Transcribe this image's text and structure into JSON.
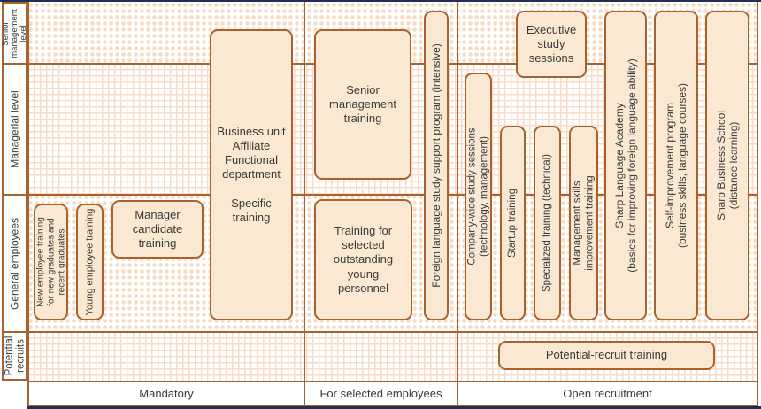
{
  "colors": {
    "accent_border": "#a9622e",
    "box_fill": "#fbe8d2",
    "pattern_tint": "#f7dcc5",
    "frame_bar": "#1f2f4f",
    "text": "#3a3a3a"
  },
  "rows": {
    "senior_management": {
      "label": "Senior\nmanagement\nlevel"
    },
    "managerial": {
      "label": "Managerial level"
    },
    "general_employees": {
      "label": "General employees"
    },
    "potential_recruits": {
      "label": "Potential\nrecruits"
    }
  },
  "columns": {
    "mandatory": {
      "label": "Mandatory"
    },
    "selected_employees": {
      "label": "For selected employees"
    },
    "open_recruitment": {
      "label": "Open recruitment"
    }
  },
  "boxes": {
    "new_employee": {
      "label": "New employee training\nfor new graduates and\nrecent graduates"
    },
    "young_employee": {
      "label": "Young employee training"
    },
    "manager_candidate": {
      "label": "Manager\ncandidate\ntraining"
    },
    "business_unit": {
      "label": "Business unit\nAffiliate\nFunctional\ndepartment\n\nSpecific\ntraining"
    },
    "senior_mgmt": {
      "label": "Senior\nmanagement\ntraining"
    },
    "training_selected": {
      "label": "Training for\nselected\noutstanding\nyoung\npersonnel"
    },
    "foreign_language": {
      "label": "Foreign language study support program (intensive)"
    },
    "company_wide": {
      "label": "Company-wide study sessions\n(technology, management)"
    },
    "startup": {
      "label": "Startup training"
    },
    "specialized": {
      "label": "Specialized training (technical)"
    },
    "mgmt_skills": {
      "label": "Management skills\nimprovement training"
    },
    "sharp_academy": {
      "label": "Sharp Language Academy\n(basics for improving foreign language ability)"
    },
    "self_improvement": {
      "label": "Self-improvement program\n(business skills, language courses)"
    },
    "sharp_school": {
      "label": "Sharp Business School\n(distance learning)"
    },
    "executive": {
      "label": "Executive\nstudy\nsessions"
    },
    "potential_recruit": {
      "label": "Potential-recruit training"
    }
  }
}
